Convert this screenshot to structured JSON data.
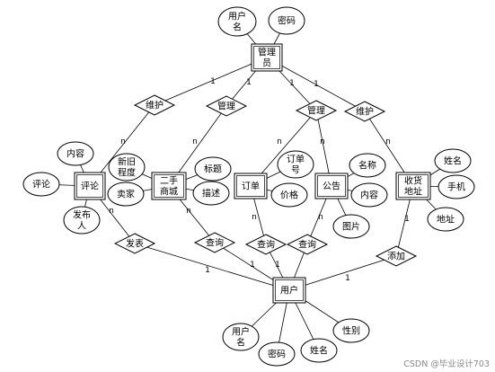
{
  "diagram": {
    "entities": [
      {
        "id": "admin",
        "label": [
          "管理",
          "员"
        ]
      },
      {
        "id": "review",
        "label": [
          "评论"
        ]
      },
      {
        "id": "goods",
        "label": [
          "二手",
          "商城"
        ]
      },
      {
        "id": "order",
        "label": [
          "订单"
        ]
      },
      {
        "id": "notice",
        "label": [
          "公告"
        ]
      },
      {
        "id": "address",
        "label": [
          "收货",
          "地址"
        ]
      },
      {
        "id": "user",
        "label": [
          "用户"
        ]
      }
    ],
    "relationships": [
      {
        "id": "maintain1",
        "label": "维护"
      },
      {
        "id": "manage1",
        "label": "管理"
      },
      {
        "id": "manage2",
        "label": "管理"
      },
      {
        "id": "maintain2",
        "label": "维护"
      },
      {
        "id": "publish",
        "label": "发表"
      },
      {
        "id": "query1",
        "label": "查询"
      },
      {
        "id": "query2",
        "label": "查询"
      },
      {
        "id": "query3",
        "label": "查询"
      },
      {
        "id": "add",
        "label": "添加"
      }
    ],
    "attributes": [
      {
        "id": "admin_username",
        "label": [
          "用户",
          "名"
        ]
      },
      {
        "id": "admin_password",
        "label": [
          "密码"
        ]
      },
      {
        "id": "review_content",
        "label": [
          "内容"
        ]
      },
      {
        "id": "review_comment",
        "label": [
          "评论"
        ]
      },
      {
        "id": "review_publisher",
        "label": [
          "发布",
          "人"
        ]
      },
      {
        "id": "goods_condition",
        "label": [
          "新旧",
          "程度"
        ]
      },
      {
        "id": "goods_seller",
        "label": [
          "卖家"
        ]
      },
      {
        "id": "goods_title",
        "label": [
          "标题"
        ]
      },
      {
        "id": "goods_desc",
        "label": [
          "描述"
        ]
      },
      {
        "id": "order_no",
        "label": [
          "订单",
          "号"
        ]
      },
      {
        "id": "order_price",
        "label": [
          "价格"
        ]
      },
      {
        "id": "notice_name",
        "label": [
          "名称"
        ]
      },
      {
        "id": "notice_content",
        "label": [
          "内容"
        ]
      },
      {
        "id": "notice_image",
        "label": [
          "图片"
        ]
      },
      {
        "id": "address_name",
        "label": [
          "姓名"
        ]
      },
      {
        "id": "address_phone",
        "label": [
          "手机"
        ]
      },
      {
        "id": "address_addr",
        "label": [
          "地址"
        ]
      },
      {
        "id": "user_username",
        "label": [
          "用户",
          "名"
        ]
      },
      {
        "id": "user_password",
        "label": [
          "密码"
        ]
      },
      {
        "id": "user_name",
        "label": [
          "姓名"
        ]
      },
      {
        "id": "user_gender",
        "label": [
          "性别"
        ]
      }
    ],
    "cardinality_labels": [
      {
        "id": "c1",
        "text": "1"
      },
      {
        "id": "c2",
        "text": "1"
      },
      {
        "id": "c3",
        "text": "1"
      },
      {
        "id": "c4",
        "text": "1"
      },
      {
        "id": "c5",
        "text": "n"
      },
      {
        "id": "c6",
        "text": "n"
      },
      {
        "id": "c7",
        "text": "n"
      },
      {
        "id": "c8",
        "text": "n"
      },
      {
        "id": "c9",
        "text": "n"
      },
      {
        "id": "c10",
        "text": "n"
      },
      {
        "id": "c11",
        "text": "n"
      },
      {
        "id": "c12",
        "text": "n"
      },
      {
        "id": "c13",
        "text": "n"
      },
      {
        "id": "c14",
        "text": "1"
      },
      {
        "id": "c15",
        "text": "1"
      },
      {
        "id": "c16",
        "text": "1"
      },
      {
        "id": "c17",
        "text": "1"
      },
      {
        "id": "c18",
        "text": "1"
      }
    ],
    "watermark": "CSDN @毕业设计703"
  }
}
